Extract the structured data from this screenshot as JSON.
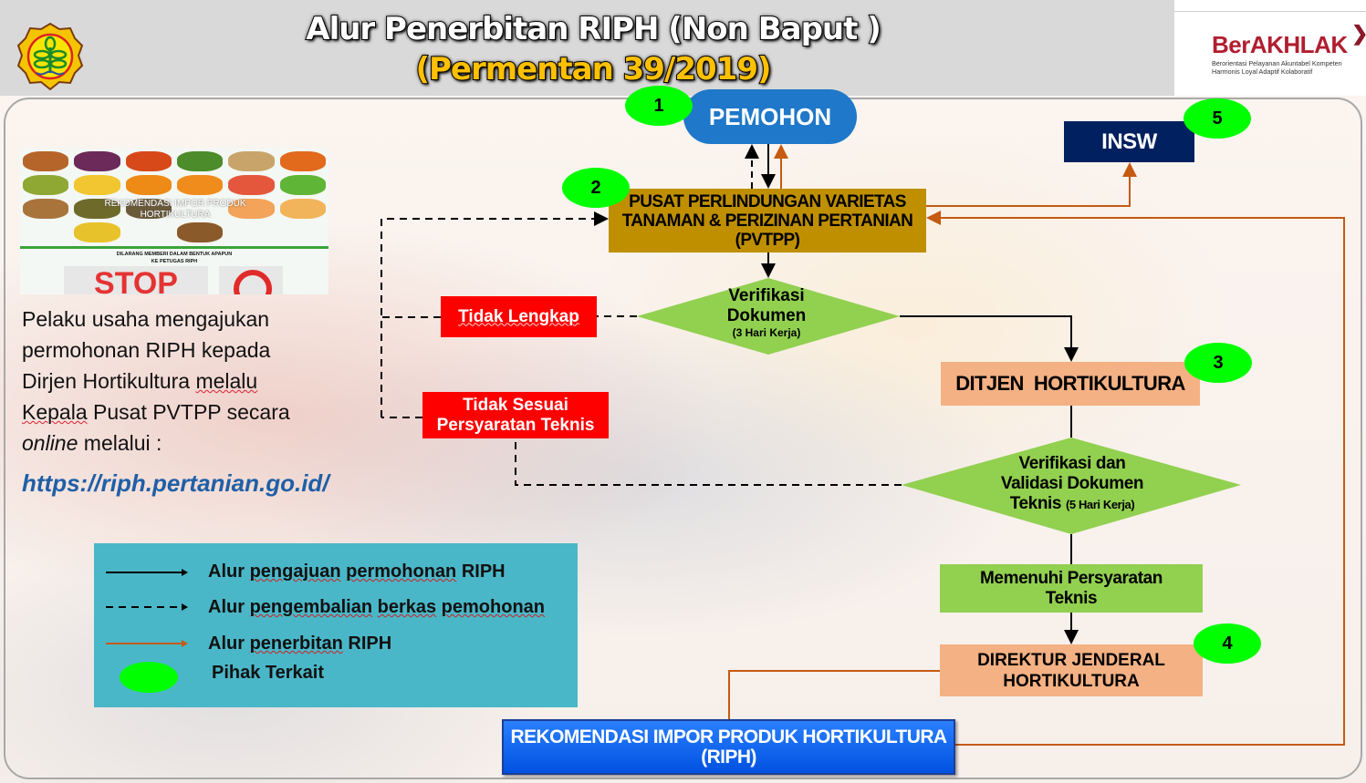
{
  "header": {
    "title_line1": "Alur Penerbitan RIPH (Non Baput )",
    "title_line2": "(Permentan 39/2019)",
    "logo_icon": "kementan-logo-icon",
    "berakhlak": {
      "brand": "BerAKHLAK",
      "tagline_line1": "Berorientasi Pelayanan Akuntabel Kompeten",
      "tagline_line2": "Harmonis Loyal Adaptif Kolaboratif"
    }
  },
  "banner": {
    "overlay_text": "REKOMENDASI IMPOR PRODUK HORTIKULTURA",
    "warning_line1": "DILARANG MEMBERI DALAM BENTUK APAPUN",
    "warning_line2": "KE PETUGAS RIPH",
    "stop_text": "STOP"
  },
  "description": {
    "line1": "Pelaku usaha mengajukan",
    "line2": "permohonan RIPH kepada",
    "line3a": "Dirjen Hortikultura ",
    "line3b": "melalu",
    "line4a": "Kepala",
    "line4b": " Pusat PVTPP secara",
    "line5a": "online",
    "line5b": " melalui :",
    "url": "https://riph.pertanian.go.id/"
  },
  "legend": {
    "items": [
      {
        "prefix": "Alur ",
        "u1": "pengajuan",
        "sp": " ",
        "u2": "permohonan",
        "suffix": " RIPH",
        "style": "solid-black"
      },
      {
        "prefix": "Alur ",
        "u1": "pengembalian",
        "sp": " ",
        "u2": "berkas",
        "sp2": " ",
        "u3": "pemohonan",
        "suffix": "",
        "style": "dashed-black"
      },
      {
        "prefix": "Alur ",
        "u1": "penerbitan",
        "suffix": " RIPH",
        "style": "solid-orange"
      },
      {
        "label": "Pihak Terkait",
        "style": "green-ellipse"
      }
    ]
  },
  "flow": {
    "pemohon": "PEMOHON",
    "pvtpp_line1": "PUSAT PERLINDUNGAN VARIETAS",
    "pvtpp_line2": "TANAMAN & PERIZINAN PERTANIAN",
    "pvtpp_line3": "(PVTPP)",
    "insw": "INSW",
    "verifikasi_line1": "Verifikasi",
    "verifikasi_line2": "Dokumen",
    "verifikasi_note": "(3 Hari Kerja)",
    "tidak_lengkap": "Tidak Lengkap",
    "tidak_sesuai_line1": "Tidak Sesuai",
    "tidak_sesuai_line2": "Persyaratan Teknis",
    "ditjen": "DITJEN  HORTIKULTURA",
    "validasi_line1": "Verifikasi dan",
    "validasi_line2": "Validasi Dokumen",
    "validasi_line3": "Teknis ",
    "validasi_note": "(5 Hari Kerja)",
    "memenuhi_line1": "Memenuhi Persyaratan",
    "memenuhi_line2": "Teknis",
    "direktur_line1": "DIREKTUR JENDERAL",
    "direktur_line2": "HORTIKULTURA",
    "riph_line1": "REKOMENDASI IMPOR PRODUK HORTIKULTURA",
    "riph_line2": "(RIPH)"
  },
  "badges": [
    "1",
    "2",
    "3",
    "4",
    "5"
  ],
  "colors": {
    "submission_arrow": "#000000",
    "return_arrow": "#000000",
    "issuance_arrow": "#c55a11",
    "party_badge": "#00ff00",
    "pemohon": "#1f78c9",
    "pvtpp": "#bf8f00",
    "insw": "#002060",
    "decision": "#92d050",
    "ditjen": "#f4b183",
    "reject": "#ff0000",
    "legend_bg": "#4ab7c8",
    "riph": "#0062f0"
  }
}
